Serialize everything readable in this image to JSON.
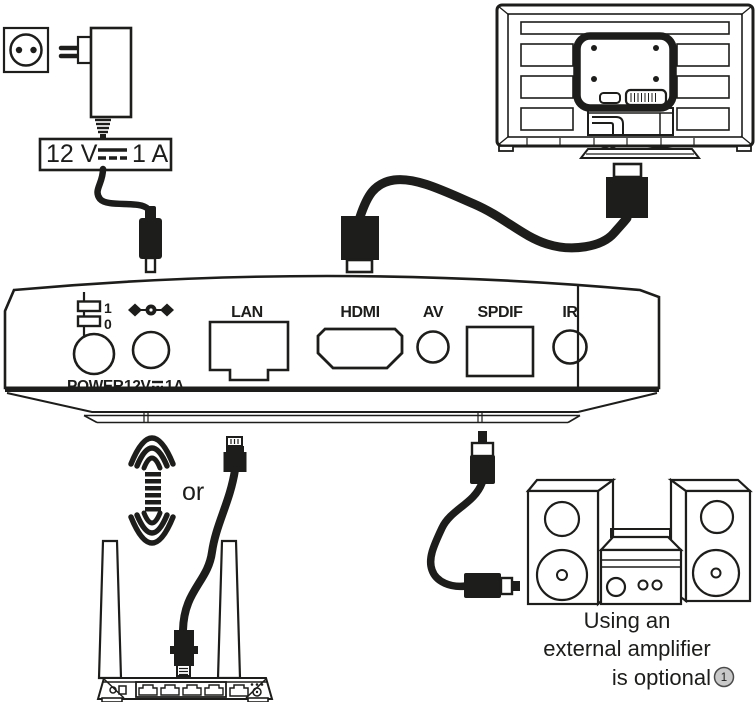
{
  "adapter": {
    "volts": "12 V",
    "amps": "1 A"
  },
  "switch": {
    "on": "1",
    "off": "0"
  },
  "panel": {
    "power": "POWER",
    "dc_v": "12V",
    "dc_a": "1A",
    "lan": "LAN",
    "hdmi": "HDMI",
    "av": "AV",
    "spdif": "SPDIF",
    "ir": "IR"
  },
  "wireless": {
    "or": "or"
  },
  "caption": {
    "line1": "Using an",
    "line2": "external amplifier",
    "line3": "is optional",
    "footnote": "1"
  },
  "colors": {
    "ink": "#1d1d1b",
    "badge_fill": "#c9c9c9"
  }
}
